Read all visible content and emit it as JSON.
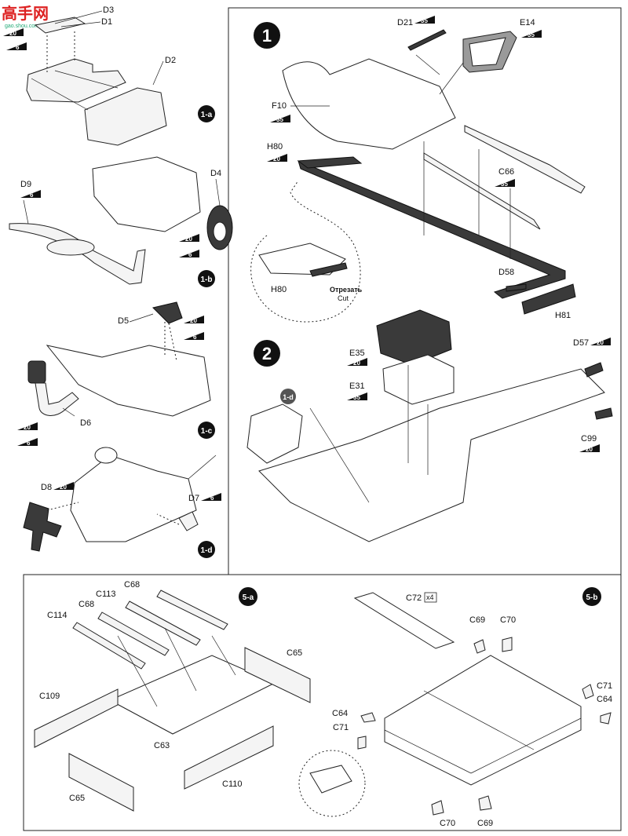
{
  "watermark": {
    "line1": "高手网",
    "line2": "gao.shou.com"
  },
  "steps": {
    "s1": "1",
    "s2": "2",
    "s1a": "1-a",
    "s1b": "1-b",
    "s1c": "1-c",
    "s1d": "1-d",
    "s5a": "5-a",
    "s5b": "5-b",
    "ref1d": "1-d"
  },
  "labels": {
    "D3": "D3",
    "D1": "D1",
    "D2": "D2",
    "D9": "D9",
    "D4": "D4",
    "D5": "D5",
    "D6": "D6",
    "D8": "D8",
    "D7": "D7",
    "D21": "D21",
    "E14": "E14",
    "F10": "F10",
    "H80": "H80",
    "H80b": "H80",
    "C66": "C66",
    "D58": "D58",
    "H81": "H81",
    "E35": "E35",
    "E31": "E31",
    "D57": "D57",
    "C99": "C99",
    "C68a": "C68",
    "C113": "C113",
    "C68b": "C68",
    "C114": "C114",
    "C65a": "C65",
    "C109": "C109",
    "C63": "C63",
    "C110": "C110",
    "C65b": "C65",
    "C72": "C72",
    "x4": "x4",
    "C69a": "C69",
    "C70a": "C70",
    "C71a": "C71",
    "C64a": "C64",
    "C64b": "C64",
    "C71b": "C71",
    "C70b": "C70",
    "C69b": "C69",
    "cut_ru": "Отрезать",
    "cut_en": "Cut"
  },
  "stars": {
    "s20a": "20",
    "s6a": "6",
    "s6b": "6",
    "s20b": "20",
    "s6c": "6",
    "s20c": "20",
    "s6d": "6",
    "s20d": "20",
    "s6e": "6",
    "s20e": "20",
    "s6f": "6",
    "s35a": "35",
    "s35b": "35",
    "s35c": "35",
    "s20f": "20",
    "s35d": "35",
    "s20g": "20",
    "s35e": "35",
    "s20h": "20",
    "s20i": "20"
  },
  "colors": {
    "ink": "#222222",
    "badge": "#111111",
    "dark_part": "#3a3a3a"
  }
}
